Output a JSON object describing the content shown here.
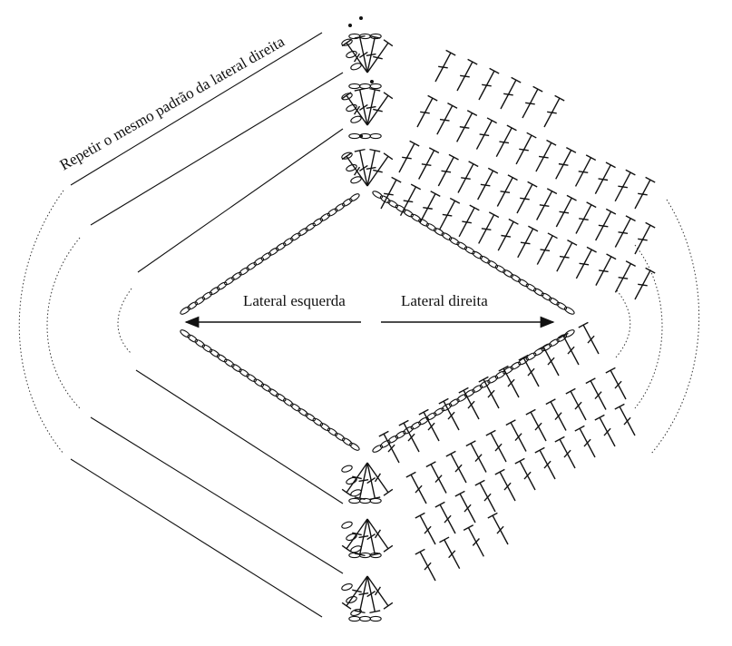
{
  "labels": {
    "left_side": "Lateral esquerda",
    "right_side": "Lateral direita",
    "repeat_note": "Repetir o mesmo padrão da lateral direita"
  },
  "symbols": [
    "chain-stitch",
    "double-crochet",
    "slip-stitch"
  ]
}
